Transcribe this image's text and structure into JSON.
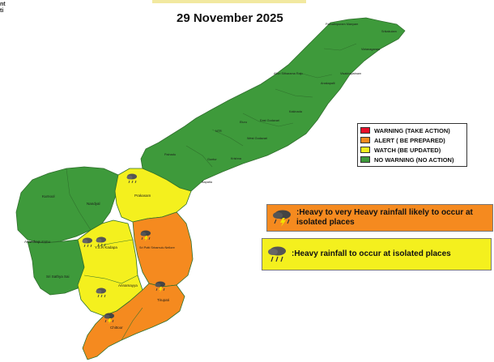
{
  "header": {
    "corner_lines": [
      "nt",
      "ti"
    ],
    "date": "29 November 2025"
  },
  "colors": {
    "warning": "#e8102a",
    "alert": "#f58a1f",
    "watch": "#f4f01e",
    "no_warning": "#3e9a3b",
    "border": "#2f6f2c"
  },
  "legend": {
    "items": [
      {
        "label": "WARNING (TAKE ACTION)",
        "color": "#e8102a"
      },
      {
        "label": "ALERT ( BE PREPARED)",
        "color": "#f58a1f"
      },
      {
        "label": "WATCH (BE UPDATED)",
        "color": "#f4f01e"
      },
      {
        "label": "NO WARNING (NO ACTION)",
        "color": "#3e9a3b"
      }
    ]
  },
  "messages": [
    {
      "icon": "thunderstorm-rain-icon",
      "text": ":Heavy to very Heavy rainfall likely to occur at isolated places"
    },
    {
      "icon": "rain-cloud-icon",
      "text": ":Heavy rainfall to occur at isolated places"
    }
  ],
  "districts": {
    "parvathipuram": "Parvathipuram Manyam",
    "srikakulam": "Srikakulam",
    "vizianagaram": "Vizianagaram",
    "visakhapatnam": "Visakhapatnam",
    "alluri": "Alluri Sitharama Raju",
    "anakapalli": "Anakapalli",
    "kakinada": "Kakinada",
    "east_godavari": "East Godavari",
    "west_godavari": "West Godavari",
    "eluru": "Eluru",
    "ntr": "NTR",
    "krishna": "Krishna",
    "guntur": "Guntur",
    "palnadu": "Palnadu",
    "bapatla": "Bapatla",
    "prakasam": "Prakasam",
    "kurnool": "Kurnool",
    "nandyal": "Nandyal",
    "ananthapuramu": "Ananthapuramu",
    "sri_sathya_sai": "Sri Sathya Sai",
    "ysr_kadapa": "Y.S.R Kadapa",
    "nellore": "Sri Potti Sriramulu Nellore",
    "annamayya": "Annamayya",
    "tirupati": "Tirupati",
    "chittoor": "Chittoor"
  }
}
